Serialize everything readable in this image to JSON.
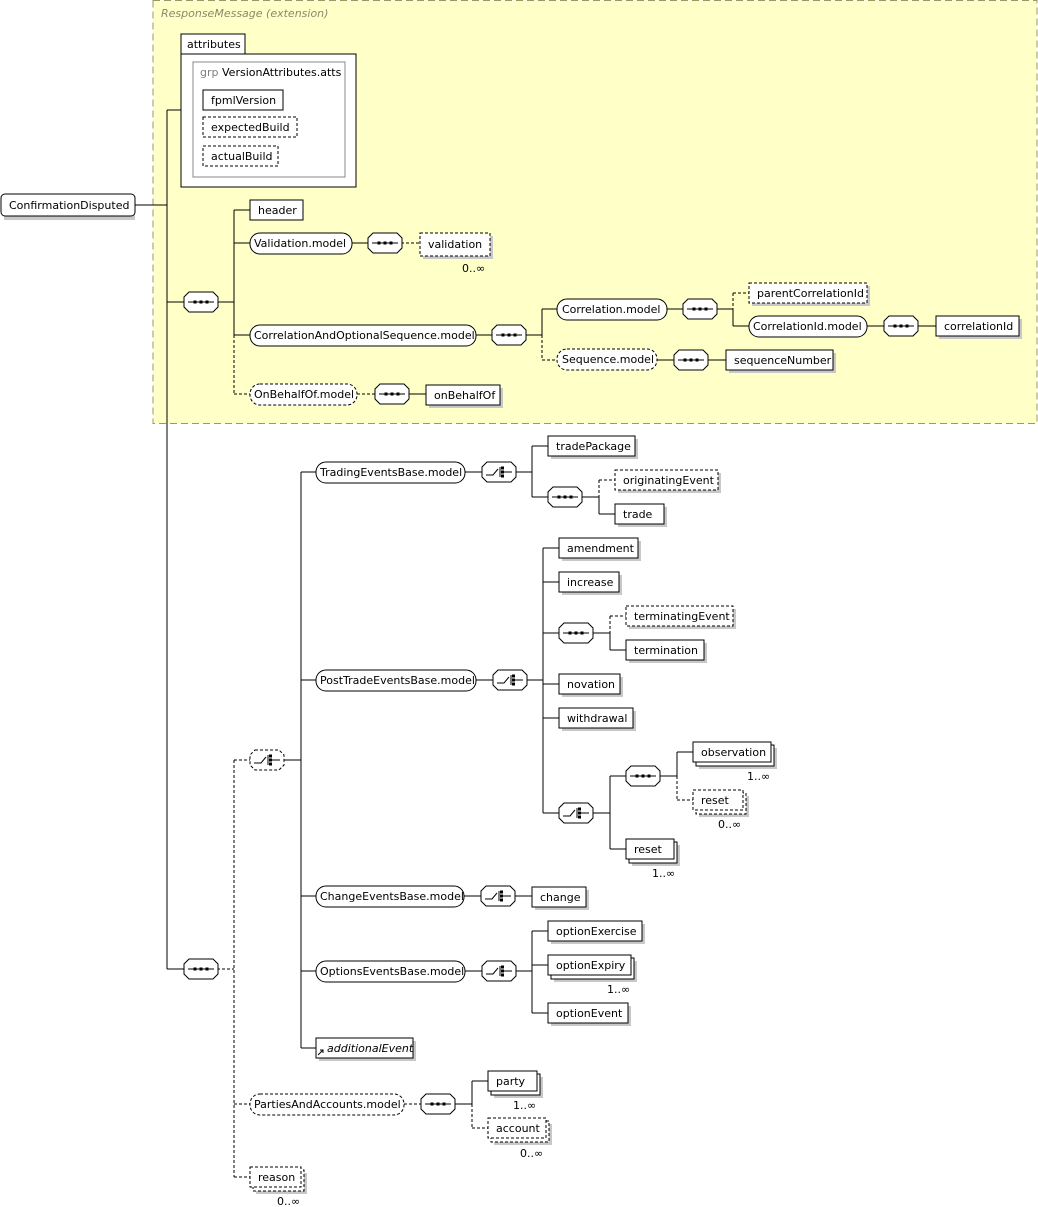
{
  "extension": {
    "base": "ResponseMessage",
    "suffix": "(extension)"
  },
  "attributes": {
    "tab_label": "attributes",
    "group_keyword": "grp",
    "group_name": "VersionAttributes.atts",
    "items": [
      "fpmlVersion",
      "expectedBuild",
      "actualBuild"
    ]
  },
  "root": "ConfirmationDisputed",
  "nodes": {
    "header": "header",
    "validation_model": "Validation.model",
    "validation": "validation",
    "correlation_opt_seq_model": "CorrelationAndOptionalSequence.model",
    "correlation_model": "Correlation.model",
    "parent_correlation_id": "parentCorrelationId",
    "correlation_id_model": "CorrelationId.model",
    "correlation_id": "correlationId",
    "sequence_model": "Sequence.model",
    "sequence_number": "sequenceNumber",
    "on_behalf_of_model": "OnBehalfOf.model",
    "on_behalf_of": "onBehalfOf",
    "trading_events_base_model": "TradingEventsBase.model",
    "trade_package": "tradePackage",
    "originating_event": "originatingEvent",
    "trade": "trade",
    "post_trade_events_base_model": "PostTradeEventsBase.model",
    "amendment": "amendment",
    "increase": "increase",
    "terminating_event": "terminatingEvent",
    "termination": "termination",
    "novation": "novation",
    "withdrawal": "withdrawal",
    "observation": "observation",
    "reset_a": "reset",
    "reset_b": "reset",
    "change_events_base_model": "ChangeEventsBase.model",
    "change": "change",
    "options_events_base_model": "OptionsEventsBase.model",
    "option_exercise": "optionExercise",
    "option_expiry": "optionExpiry",
    "option_event": "optionEvent",
    "additional_event": "additionalEvent",
    "parties_and_accounts_model": "PartiesAndAccounts.model",
    "party": "party",
    "account": "account",
    "reason": "reason"
  },
  "cardinality": {
    "validation": "0..∞",
    "observation": "1..∞",
    "reset_a": "0..∞",
    "reset_b": "1..∞",
    "option_expiry": "1..∞",
    "party": "1..∞",
    "account": "0..∞",
    "reason": "0..∞"
  },
  "icons": {
    "sequence": "sequence-compositor-icon",
    "choice": "choice-compositor-icon",
    "abstract": "abstract-element-arrow-icon"
  },
  "colors": {
    "extension_bg": "#ffffc8",
    "extension_border": "#999966",
    "shadow": "#c8c8c8"
  }
}
